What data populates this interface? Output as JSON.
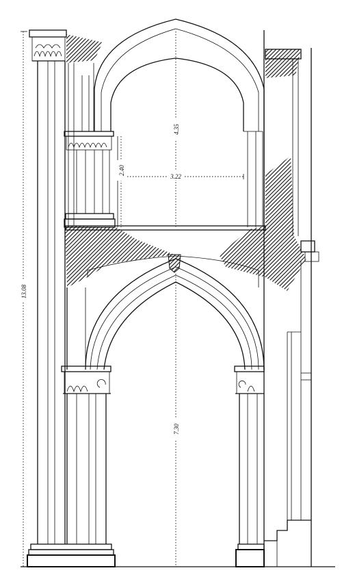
{
  "dimensions": {
    "total_height": "13.08",
    "upper_arch_height": "4.35",
    "upper_capital_height": "2.40",
    "upper_opening_width": "3.22",
    "lower_arch_height": "7.30"
  },
  "colors": {
    "ink": "#111111",
    "paper": "#ffffff"
  }
}
